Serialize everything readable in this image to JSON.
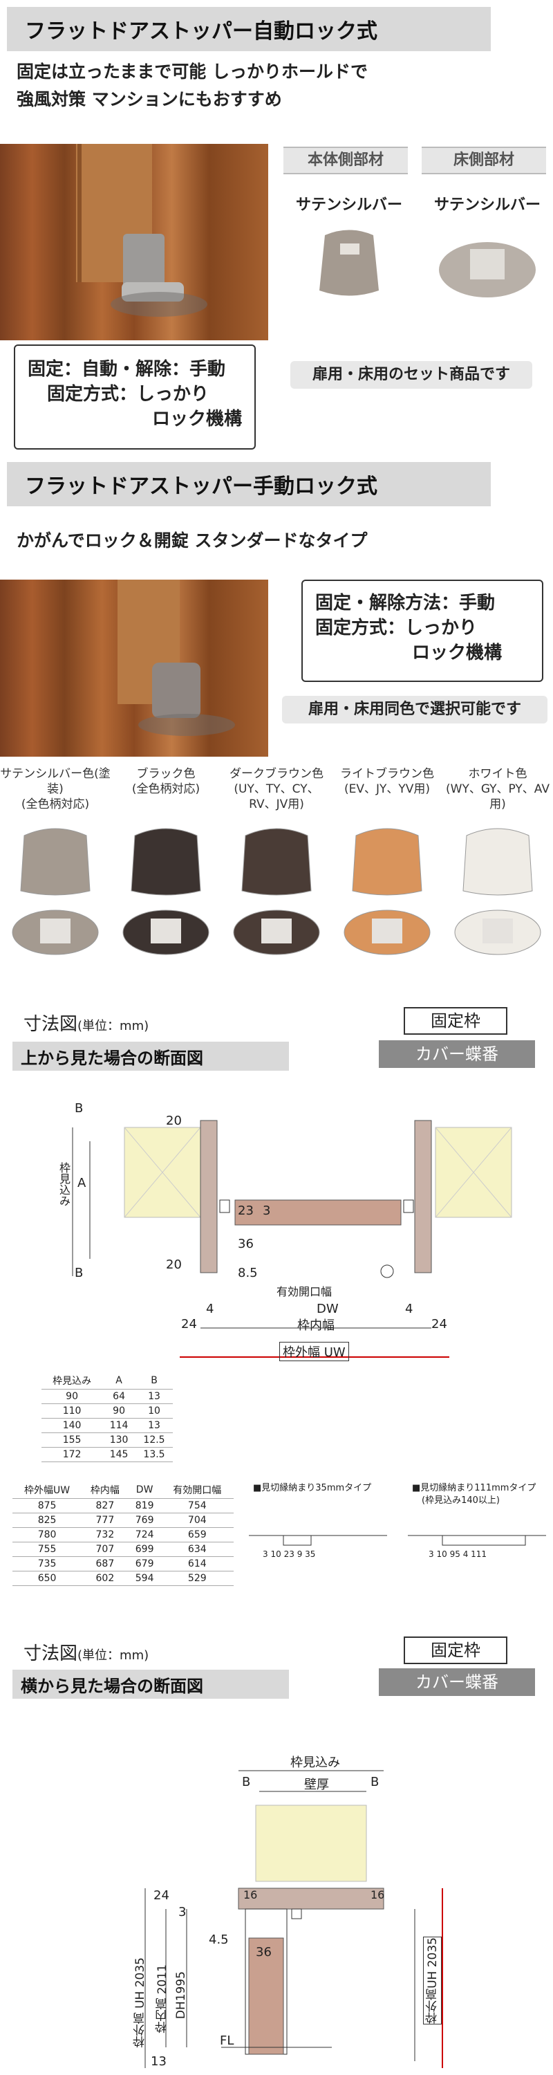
{
  "section1": {
    "title": "フラットドアストッパー自動ロック式",
    "lead_line1": "固定は立ったままで可能 しっかりホールドで",
    "lead_line2": "強風対策 マンションにもおすすめ",
    "part_label_body": "本体側部材",
    "part_label_floor": "床側部材",
    "part_color_body": "サテンシルバー",
    "part_color_floor": "サテンシルバー",
    "info_line1": "固定：自動・解除：手動",
    "info_line2": "固定方式：しっかり",
    "info_line3": "ロック機構",
    "set_note": "扉用・床用のセット商品です"
  },
  "section2": {
    "title": "フラットドアストッパー手動ロック式",
    "lead": "かがんでロック＆開錠 スタンダードなタイプ",
    "info_line1": "固定・解除方法：手動",
    "info_line2": "固定方式：しっかり",
    "info_line3": "ロック機構",
    "color_note": "扉用・床用同色で選択可能です",
    "colors": [
      {
        "line1": "サテンシルバー色(塗装)",
        "line2": "(全色柄対応)",
        "color": "#a49a90"
      },
      {
        "line1": "ブラック色",
        "line2": "(全色柄対応)",
        "color": "#3c3330"
      },
      {
        "line1": "ダークブラウン色",
        "line2": "(UY、TY、CY、",
        "line3": "RV、JV用)",
        "color": "#4a3c36"
      },
      {
        "line1": "ライトブラウン色",
        "line2": "(EV、JY、YV用)",
        "color": "#d9945c"
      },
      {
        "line1": "ホワイト色",
        "line2": "(WY、GY、PY、AV用)",
        "color": "#efece6"
      }
    ]
  },
  "dim1": {
    "title": "寸法図",
    "unit": "(単位：mm)",
    "fixed_frame": "固定枠",
    "subtitle": "上から見た場合の断面図",
    "hinge": "カバー蝶番",
    "labels": {
      "waku_mikomi": "枠見込み",
      "A": "A",
      "B_top": "B",
      "B_bottom": "B",
      "d20a": "20",
      "d20b": "20",
      "d23": "23",
      "d3": "3",
      "d36": "36",
      "d85": "8.5",
      "d24l": "24",
      "d24r": "24",
      "d4l": "4",
      "d4r": "4",
      "DW": "DW",
      "yukou": "有効開口幅",
      "wakunaihaba": "枠内幅",
      "wakusotohaba": "枠外幅 UW"
    },
    "tableAB": {
      "headers": [
        "枠見込み",
        "A",
        "B"
      ],
      "rows": [
        [
          "90",
          "64",
          "13"
        ],
        [
          "110",
          "90",
          "10"
        ],
        [
          "140",
          "114",
          "13"
        ],
        [
          "155",
          "130",
          "12.5"
        ],
        [
          "172",
          "145",
          "13.5"
        ]
      ]
    },
    "tableUW": {
      "headers": [
        "枠外幅UW",
        "枠内幅",
        "DW",
        "有効開口幅"
      ],
      "rows": [
        [
          "875",
          "827",
          "819",
          "754"
        ],
        [
          "825",
          "777",
          "769",
          "704"
        ],
        [
          "780",
          "732",
          "724",
          "659"
        ],
        [
          "755",
          "707",
          "699",
          "634"
        ],
        [
          "735",
          "687",
          "679",
          "614"
        ],
        [
          "650",
          "602",
          "594",
          "529"
        ]
      ]
    },
    "detail1_title": "■見切縁納まり35mmタイプ",
    "detail2_title": "■見切縁納まり111mmタイプ",
    "detail2_sub": "(枠見込み140以上)",
    "detail1_dims": [
      "3",
      "10",
      "23",
      "9",
      "35"
    ],
    "detail2_dims": [
      "3",
      "10",
      "95",
      "4",
      "111"
    ]
  },
  "dim2": {
    "title": "寸法図",
    "unit": "(単位：mm)",
    "fixed_frame": "固定枠",
    "subtitle": "横から見た場合の断面図",
    "hinge": "カバー蝶番",
    "labels": {
      "waku_mikomi": "枠見込み",
      "kabeatsu": "壁厚",
      "B_l": "B",
      "B_r": "B",
      "d24": "24",
      "d3": "3",
      "d16l": "16",
      "d16r": "16",
      "d45": "4.5",
      "d36": "36",
      "uh_left": "枠外高 UH 2035",
      "naikou": "枠内高 2011",
      "dh": "DH1995",
      "fl": "FL",
      "d13": "13",
      "uh_right": "枠外高UH 2035"
    }
  }
}
